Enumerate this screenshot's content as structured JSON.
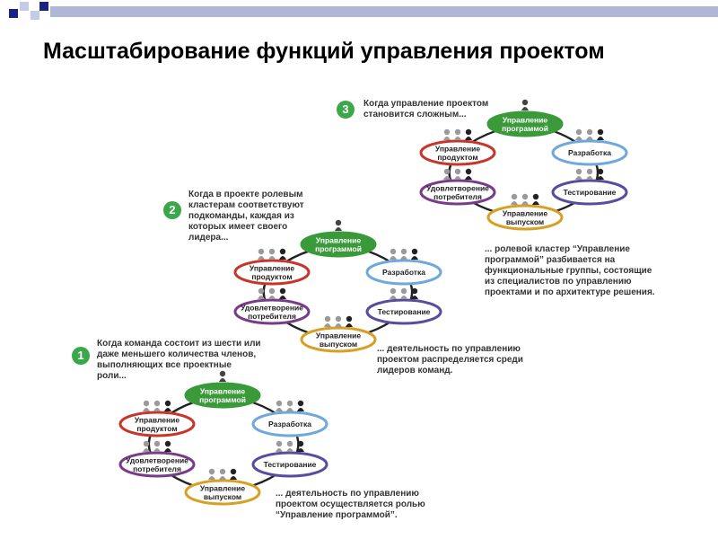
{
  "title": "Масштабирование функций управления проектом",
  "colors": {
    "green": "#3a9a3a",
    "red": "#c8352a",
    "purple": "#7a3a8a",
    "orange": "#d7a022",
    "blue": "#6fa8dc",
    "bluedark": "#5a4aa0"
  },
  "diagrams": [
    {
      "number": "1",
      "caption": "Когда команда состоит из шести или даже меньшего количества членов, выполняющих все проектные роли...",
      "note": "... деятельность по управлению проектом осуществляется ролью “Управление программой”.",
      "nodes": {
        "program": "Управление программой",
        "product": "Управление продуктом",
        "dev": "Разработка",
        "ux": "Удовлетворение потребителя",
        "test": "Тестирование",
        "release": "Управление выпуском"
      }
    },
    {
      "number": "2",
      "caption": "Когда в проекте ролевым кластерам соответствуют подкоманды, каждая из которых имеет своего лидера...",
      "note": "... деятельность по управлению проектом распределяется среди лидеров команд.",
      "nodes": {
        "program": "Управление программой",
        "product": "Управление продуктом",
        "dev": "Разработка",
        "ux": "Удовлетворение потребителя",
        "test": "Тестирование",
        "release": "Управление выпуском"
      }
    },
    {
      "number": "3",
      "caption": "Когда управление проектом становится сложным...",
      "note": "... ролевой кластер “Управление программой” разбивается на функциональные группы, состоящие из специалистов по управлению проектами и по архитектуре решения.",
      "nodes": {
        "program": "Управление программой",
        "product": "Управление продуктом",
        "dev": "Разработка",
        "ux": "Удовлетворение потребителя",
        "test": "Тестирование",
        "release": "Управление выпуском"
      }
    }
  ]
}
